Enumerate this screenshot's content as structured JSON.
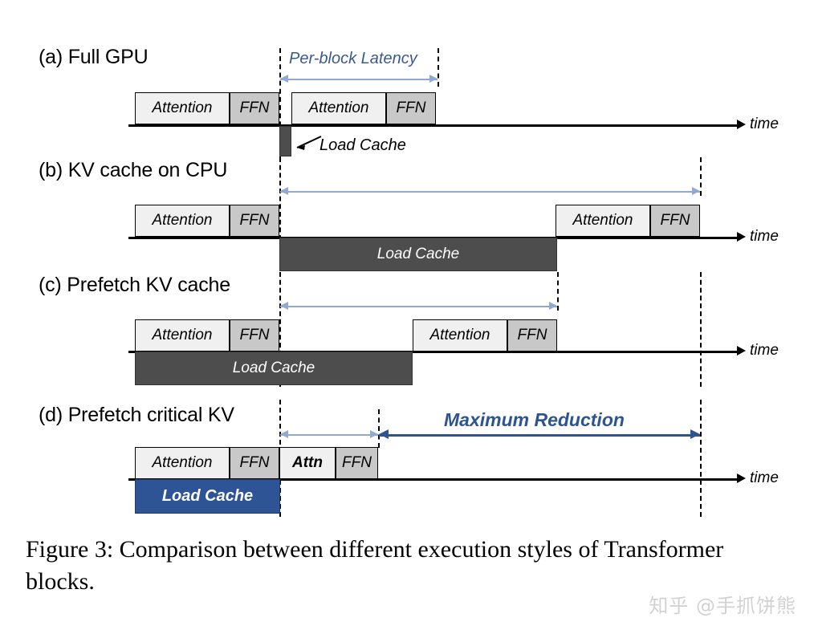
{
  "figure": {
    "caption": "Figure 3: Comparison between different execution styles of Transformer blocks.",
    "watermark": "知乎 @手抓饼熊",
    "colors": {
      "attention_fill": "#f0f0f0",
      "ffn_fill": "#c8c8c8",
      "load_cache_dark": "#4d4d4d",
      "load_cache_blue": "#2e5496",
      "arrow_light_blue": "#8fa8d4",
      "arrow_dark_blue": "#2d5490",
      "axis_black": "#000000"
    }
  },
  "rows": [
    {
      "id": "a",
      "label": "(a) Full GPU",
      "axis_caption": "time",
      "annotation": {
        "text": "Per-block Latency",
        "style": "light"
      },
      "callout": "Load Cache",
      "blocks": [
        {
          "name": "attention-block-1",
          "label": "Attention"
        },
        {
          "name": "ffn-block-1",
          "label": "FFN"
        },
        {
          "name": "attention-block-2",
          "label": "Attention"
        },
        {
          "name": "ffn-block-2",
          "label": "FFN"
        }
      ],
      "load_cache": {
        "label": "",
        "tone": "dark"
      }
    },
    {
      "id": "b",
      "label": "(b) KV cache on CPU",
      "axis_caption": "time",
      "annotation": {
        "text": "",
        "style": "light"
      },
      "blocks": [
        {
          "name": "attention-block-1",
          "label": "Attention"
        },
        {
          "name": "ffn-block-1",
          "label": "FFN"
        },
        {
          "name": "attention-block-2",
          "label": "Attention"
        },
        {
          "name": "ffn-block-2",
          "label": "FFN"
        }
      ],
      "load_cache": {
        "label": "Load Cache",
        "tone": "dark"
      }
    },
    {
      "id": "c",
      "label": "(c) Prefetch KV cache",
      "axis_caption": "time",
      "annotation": {
        "text": "",
        "style": "light"
      },
      "blocks": [
        {
          "name": "attention-block-1",
          "label": "Attention"
        },
        {
          "name": "ffn-block-1",
          "label": "FFN"
        },
        {
          "name": "attention-block-2",
          "label": "Attention"
        },
        {
          "name": "ffn-block-2",
          "label": "FFN"
        }
      ],
      "load_cache": {
        "label": "Load Cache",
        "tone": "dark"
      }
    },
    {
      "id": "d",
      "label": "(d) Prefetch critical KV",
      "axis_caption": "time",
      "annotation": {
        "text": "Maximum Reduction",
        "style": "dark"
      },
      "blocks": [
        {
          "name": "attention-block-1",
          "label": "Attention"
        },
        {
          "name": "ffn-block-1",
          "label": "FFN"
        },
        {
          "name": "attention-block-2",
          "label": "Attn"
        },
        {
          "name": "ffn-block-2",
          "label": "FFN"
        }
      ],
      "load_cache": {
        "label": "Load Cache",
        "tone": "blue"
      }
    }
  ]
}
